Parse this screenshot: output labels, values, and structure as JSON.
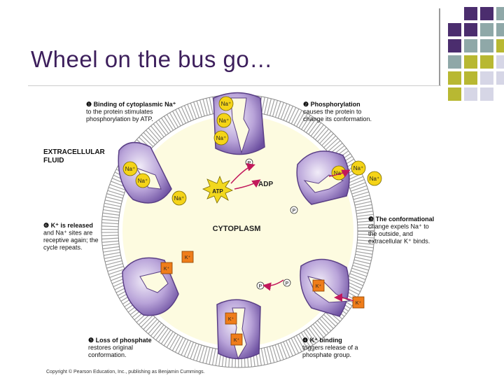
{
  "slide": {
    "title": "Wheel on the bus go…"
  },
  "theme_colors": {
    "purple": "#4b2d6e",
    "teal": "#8fa8a8",
    "olive": "#b8b832",
    "lavender": "#d6d6e6"
  },
  "figure": {
    "extracellular_label": [
      "EXTRACELLULAR",
      "FLUID"
    ],
    "cytoplasm_label": "CYTOPLASM",
    "atp": "ATP",
    "adp": "ADP",
    "na": "Na⁺",
    "k": "K⁺",
    "p": "P",
    "step1": [
      "❶ Binding of cytoplasmic Na⁺",
      "to the protein stimulates",
      "phosphorylation by ATP."
    ],
    "step2": [
      "❷ Phosphorylation",
      "causes the protein to",
      "change its conformation."
    ],
    "step3": [
      "❸ The conformational",
      "change expels Na⁺ to",
      "the outside, and",
      "extracellular K⁺ binds."
    ],
    "step4": [
      "❹ K⁺ binding",
      "triggers release of a",
      "phosphate group."
    ],
    "step5": [
      "❺ Loss of phosphate",
      "restores original",
      "conformation."
    ],
    "step6": [
      "❻ K⁺ is released",
      "and Na⁺ sites are",
      "receptive again; the",
      "cycle repeats."
    ],
    "copyright": "Copyright © Pearson Education, Inc., publishing as Benjamin Cummings."
  }
}
